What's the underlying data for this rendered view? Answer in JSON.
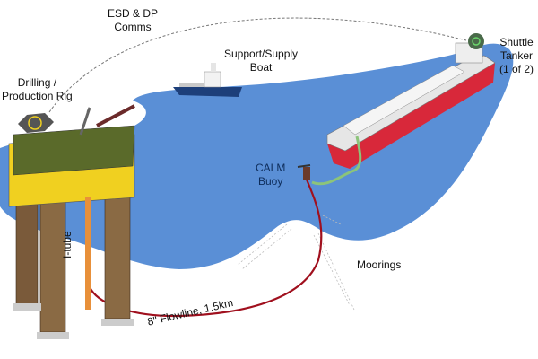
{
  "labels": {
    "comms_line1": "ESD & DP",
    "comms_line2": "Comms",
    "rig_line1": "Drilling /",
    "rig_line2": "Production Rig",
    "boat_line1": "Support/Supply",
    "boat_line2": "Boat",
    "tanker_line1": "Shuttle",
    "tanker_line2": "Tanker",
    "tanker_line3": "(1 of 2)",
    "buoy_line1": "CALM",
    "buoy_line2": "Buoy",
    "itube": "I-tube",
    "moorings": "Moorings",
    "flowline": "8\" Flowline, 1.5km"
  },
  "colors": {
    "sea": "#5a8fd6",
    "flowline": "#a0101e",
    "itube": "#e8903a",
    "hose": "#8cc47a",
    "tanker_hull": "#d8283a",
    "rig_deck": "#f0d020"
  }
}
